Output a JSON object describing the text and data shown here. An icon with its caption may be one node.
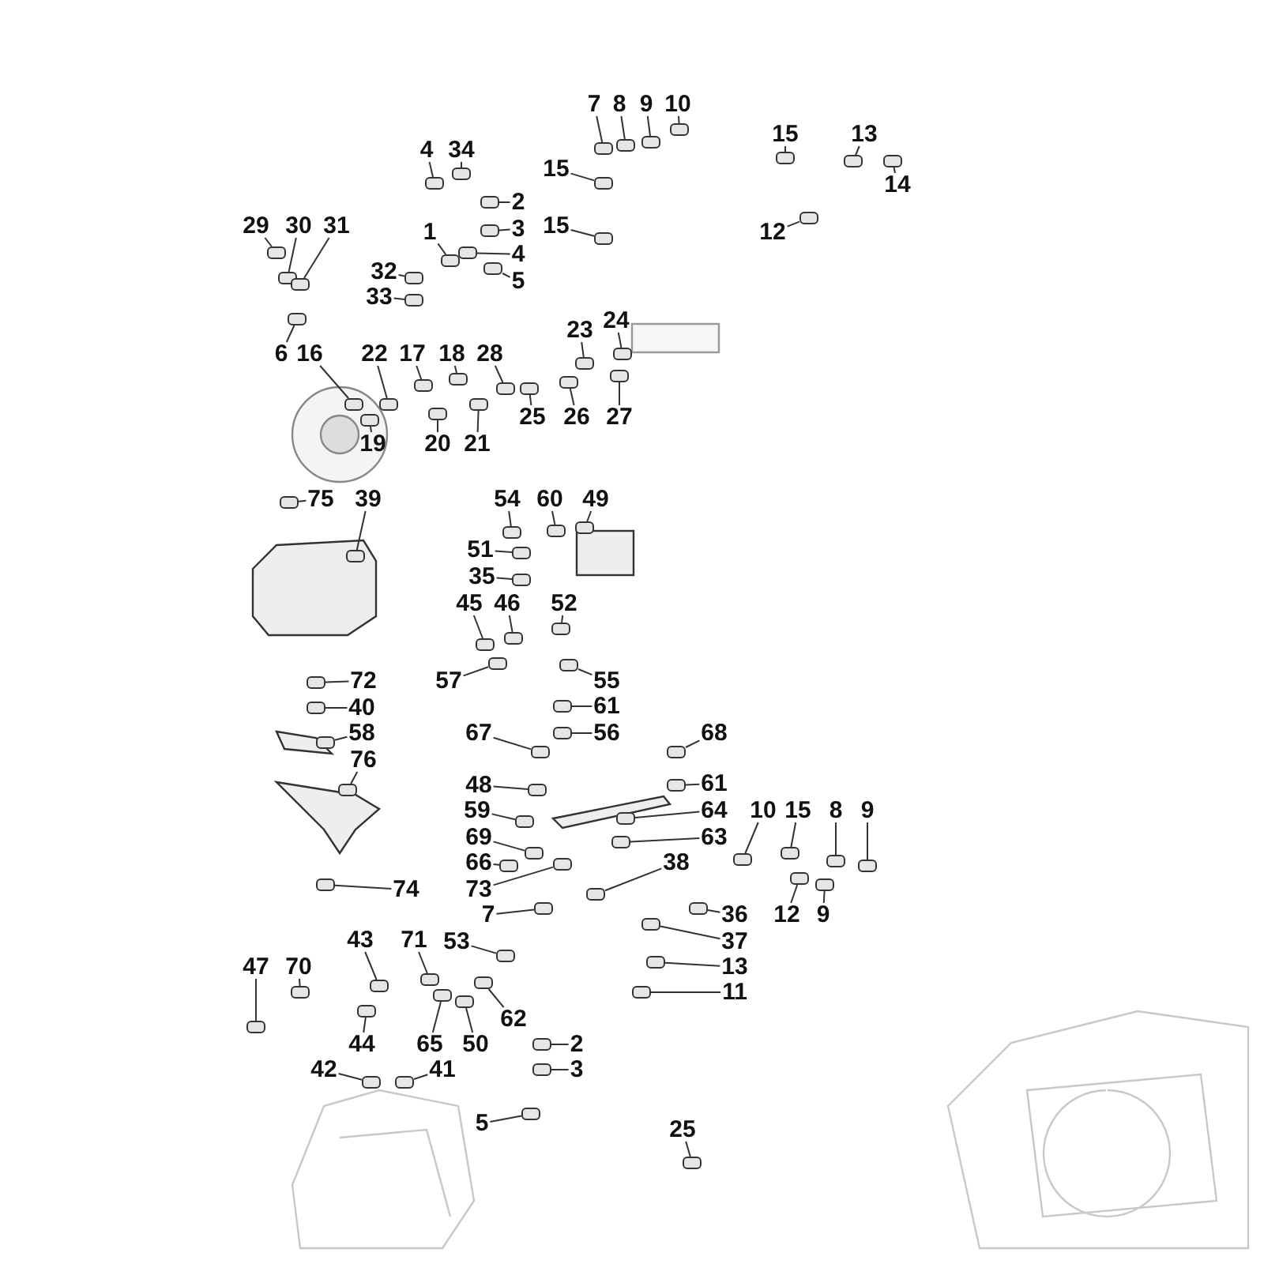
{
  "diagram": {
    "nodes": [
      {
        "text": [
          "1"
        ]
      },
      {
        "text": [
          "2"
        ]
      },
      {
        "text": [
          "3"
        ]
      },
      {
        "text": [
          "4"
        ]
      },
      {
        "text": [
          "5"
        ]
      },
      {
        "text": [
          "4"
        ]
      },
      {
        "text": [
          "34"
        ]
      },
      {
        "text": [
          "29"
        ]
      },
      {
        "text": [
          "30"
        ]
      },
      {
        "text": [
          "31"
        ]
      },
      {
        "text": [
          "32"
        ]
      },
      {
        "text": [
          "33"
        ]
      },
      {
        "text": [
          "6"
        ]
      },
      {
        "text": [
          "16"
        ]
      },
      {
        "text": [
          "22"
        ]
      },
      {
        "text": [
          "17"
        ]
      },
      {
        "text": [
          "18"
        ]
      },
      {
        "text": [
          "28"
        ]
      },
      {
        "text": [
          "19"
        ]
      },
      {
        "text": [
          "20"
        ]
      },
      {
        "text": [
          "21"
        ]
      },
      {
        "text": [
          "25"
        ]
      },
      {
        "text": [
          "23"
        ]
      },
      {
        "text": [
          "24"
        ]
      },
      {
        "text": [
          "26"
        ]
      },
      {
        "text": [
          "27"
        ]
      },
      {
        "text": [
          "7"
        ]
      },
      {
        "text": [
          "8"
        ]
      },
      {
        "text": [
          "9"
        ]
      },
      {
        "text": [
          "10"
        ]
      },
      {
        "text": [
          "15"
        ]
      },
      {
        "text": [
          "15"
        ]
      },
      {
        "text": [
          "15"
        ]
      },
      {
        "text": [
          "13"
        ]
      },
      {
        "text": [
          "14"
        ]
      },
      {
        "text": [
          "12"
        ]
      },
      {
        "text": [
          "75"
        ]
      },
      {
        "text": [
          "39"
        ]
      },
      {
        "text": [
          "54"
        ]
      },
      {
        "text": [
          "60"
        ]
      },
      {
        "text": [
          "49"
        ]
      },
      {
        "text": [
          "51"
        ]
      },
      {
        "text": [
          "35"
        ]
      },
      {
        "text": [
          "45"
        ]
      },
      {
        "text": [
          "46"
        ]
      },
      {
        "text": [
          "52"
        ]
      },
      {
        "text": [
          "57"
        ]
      },
      {
        "text": [
          "72"
        ]
      },
      {
        "text": [
          "55"
        ]
      },
      {
        "text": [
          "40"
        ]
      },
      {
        "text": [
          "61"
        ]
      },
      {
        "text": [
          "58"
        ]
      },
      {
        "text": [
          "67"
        ]
      },
      {
        "text": [
          "56"
        ]
      },
      {
        "text": [
          "68"
        ]
      },
      {
        "text": [
          "76"
        ]
      },
      {
        "text": [
          "48"
        ]
      },
      {
        "text": [
          "61"
        ]
      },
      {
        "text": [
          "59"
        ]
      },
      {
        "text": [
          "64"
        ]
      },
      {
        "text": [
          "10"
        ]
      },
      {
        "text": [
          "15"
        ]
      },
      {
        "text": [
          "8"
        ]
      },
      {
        "text": [
          "9"
        ]
      },
      {
        "text": [
          "69"
        ]
      },
      {
        "text": [
          "63"
        ]
      },
      {
        "text": [
          "66"
        ]
      },
      {
        "text": [
          "38"
        ]
      },
      {
        "text": [
          "73"
        ]
      },
      {
        "text": [
          "74"
        ]
      },
      {
        "text": [
          "7"
        ]
      },
      {
        "text": [
          "36"
        ]
      },
      {
        "text": [
          "12"
        ]
      },
      {
        "text": [
          "9"
        ]
      },
      {
        "text": [
          "37"
        ]
      },
      {
        "text": [
          "53"
        ]
      },
      {
        "text": [
          "13"
        ]
      },
      {
        "text": [
          "11"
        ]
      },
      {
        "text": [
          "43"
        ]
      },
      {
        "text": [
          "71"
        ]
      },
      {
        "text": [
          "47"
        ]
      },
      {
        "text": [
          "70"
        ]
      },
      {
        "text": [
          "44"
        ]
      },
      {
        "text": [
          "65"
        ]
      },
      {
        "text": [
          "50"
        ]
      },
      {
        "text": [
          "62"
        ]
      },
      {
        "text": [
          "2"
        ]
      },
      {
        "text": [
          "3"
        ]
      },
      {
        "text": [
          "42"
        ]
      },
      {
        "text": [
          "41"
        ]
      },
      {
        "text": [
          "5"
        ]
      },
      {
        "text": [
          "25"
        ]
      },
      {
        "text": [],
        "shape": "box"
      },
      {
        "text": [],
        "shape": "box"
      },
      {
        "text": [],
        "shape": "box"
      },
      {
        "text": [],
        "shape": "box"
      },
      {
        "text": [],
        "shape": "box"
      },
      {
        "text": [],
        "shape": "box"
      },
      {
        "text": [],
        "shape": "box"
      },
      {
        "text": [],
        "shape": "box"
      },
      {
        "text": [],
        "shape": "box"
      },
      {
        "text": [],
        "shape": "box"
      },
      {
        "text": [],
        "shape": "box"
      },
      {
        "text": [],
        "shape": "box"
      },
      {
        "text": [],
        "shape": "box"
      },
      {
        "text": [],
        "shape": "box"
      },
      {
        "text": [],
        "shape": "box"
      },
      {
        "text": [],
        "shape": "box"
      },
      {
        "text": [],
        "shape": "box"
      },
      {
        "text": [],
        "shape": "box"
      },
      {
        "text": [],
        "shape": "box"
      },
      {
        "text": [],
        "shape": "box"
      },
      {
        "text": [],
        "shape": "box"
      },
      {
        "text": [],
        "shape": "box"
      },
      {
        "text": [],
        "shape": "box"
      },
      {
        "text": [],
        "shape": "box"
      },
      {
        "text": [],
        "shape": "box"
      },
      {
        "text": [],
        "shape": "box"
      },
      {
        "text": [],
        "shape": "box"
      },
      {
        "text": [],
        "shape": "box"
      },
      {
        "text": [],
        "shape": "box"
      },
      {
        "text": [],
        "shape": "box"
      },
      {
        "text": [],
        "shape": "box"
      },
      {
        "text": [],
        "shape": "box"
      },
      {
        "text": [],
        "shape": "box"
      },
      {
        "text": [],
        "shape": "box"
      },
      {
        "text": [],
        "shape": "box"
      },
      {
        "text": [],
        "shape": "box"
      },
      {
        "text": [],
        "shape": "box"
      },
      {
        "text": [],
        "shape": "box"
      },
      {
        "text": [],
        "shape": "box"
      },
      {
        "text": [],
        "shape": "box"
      },
      {
        "text": [],
        "shape": "box"
      },
      {
        "text": [],
        "shape": "box"
      },
      {
        "text": [],
        "shape": "box"
      },
      {
        "text": [],
        "shape": "box"
      },
      {
        "text": [],
        "shape": "box"
      },
      {
        "text": [],
        "shape": "box"
      },
      {
        "text": [],
        "shape": "box"
      },
      {
        "text": [],
        "shape": "box"
      },
      {
        "text": [],
        "shape": "box"
      },
      {
        "text": [],
        "shape": "box"
      },
      {
        "text": [],
        "shape": "box"
      },
      {
        "text": [],
        "shape": "box"
      },
      {
        "text": [],
        "shape": "box"
      },
      {
        "text": [],
        "shape": "box"
      },
      {
        "text": [],
        "shape": "box"
      },
      {
        "text": [],
        "shape": "box"
      },
      {
        "text": [],
        "shape": "box"
      },
      {
        "text": [],
        "shape": "box"
      },
      {
        "text": [],
        "shape": "box"
      },
      {
        "text": [],
        "shape": "box"
      },
      {
        "text": [],
        "shape": "box"
      },
      {
        "text": [],
        "shape": "box"
      },
      {
        "text": [],
        "shape": "box"
      },
      {
        "text": [],
        "shape": "box"
      },
      {
        "text": [],
        "shape": "box"
      },
      {
        "text": [],
        "shape": "box"
      },
      {
        "text": [],
        "shape": "box"
      },
      {
        "text": [],
        "shape": "box"
      },
      {
        "text": [],
        "shape": "box"
      },
      {
        "text": [],
        "shape": "box"
      },
      {
        "text": [],
        "shape": "box"
      },
      {
        "text": [],
        "shape": "box"
      },
      {
        "text": [],
        "shape": "box"
      },
      {
        "text": [],
        "shape": "box"
      },
      {
        "text": [],
        "shape": "box"
      },
      {
        "text": [],
        "shape": "box"
      },
      {
        "text": [],
        "shape": "box"
      },
      {
        "text": [],
        "shape": "box"
      },
      {
        "text": [],
        "shape": "box"
      },
      {
        "text": [],
        "shape": "box"
      },
      {
        "text": [],
        "shape": "box"
      },
      {
        "text": [],
        "shape": "box"
      },
      {
        "text": [],
        "shape": "box"
      },
      {
        "text": [],
        "shape": "box"
      },
      {
        "text": [],
        "shape": "box"
      },
      {
        "text": [],
        "shape": "box"
      },
      {
        "text": [],
        "shape": "box"
      },
      {
        "text": [],
        "shape": "box"
      },
      {
        "text": [],
        "shape": "box"
      },
      {
        "text": [],
        "shape": "box"
      },
      {
        "text": [],
        "shape": "box"
      },
      {
        "text": [],
        "shape": "box"
      }
    ],
    "edges": [
      {
        "from": 0,
        "to": 92,
        "arrow": "none"
      },
      {
        "from": 1,
        "to": 93,
        "arrow": "none"
      },
      {
        "from": 2,
        "to": 94,
        "arrow": "none"
      },
      {
        "from": 3,
        "to": 95,
        "arrow": "none"
      },
      {
        "from": 4,
        "to": 96,
        "arrow": "none"
      },
      {
        "from": 5,
        "to": 97,
        "arrow": "none"
      },
      {
        "from": 6,
        "to": 98,
        "arrow": "none"
      },
      {
        "from": 7,
        "to": 99,
        "arrow": "none"
      },
      {
        "from": 8,
        "to": 100,
        "arrow": "none"
      },
      {
        "from": 9,
        "to": 101,
        "arrow": "none"
      },
      {
        "from": 10,
        "to": 102,
        "arrow": "none"
      },
      {
        "from": 11,
        "to": 103,
        "arrow": "none"
      },
      {
        "from": 12,
        "to": 104,
        "arrow": "none"
      },
      {
        "from": 13,
        "to": 105,
        "arrow": "none"
      },
      {
        "from": 14,
        "to": 106,
        "arrow": "none"
      },
      {
        "from": 15,
        "to": 107,
        "arrow": "none"
      },
      {
        "from": 16,
        "to": 108,
        "arrow": "none"
      },
      {
        "from": 17,
        "to": 109,
        "arrow": "none"
      },
      {
        "from": 18,
        "to": 110,
        "arrow": "none"
      },
      {
        "from": 19,
        "to": 111,
        "arrow": "none"
      },
      {
        "from": 20,
        "to": 112,
        "arrow": "none"
      },
      {
        "from": 21,
        "to": 113,
        "arrow": "none"
      },
      {
        "from": 22,
        "to": 114,
        "arrow": "none"
      },
      {
        "from": 23,
        "to": 115,
        "arrow": "none"
      },
      {
        "from": 24,
        "to": 116,
        "arrow": "none"
      },
      {
        "from": 25,
        "to": 117,
        "arrow": "none"
      },
      {
        "from": 26,
        "to": 118,
        "arrow": "none"
      },
      {
        "from": 27,
        "to": 119,
        "arrow": "none"
      },
      {
        "from": 28,
        "to": 120,
        "arrow": "none"
      },
      {
        "from": 29,
        "to": 121,
        "arrow": "none"
      },
      {
        "from": 30,
        "to": 122,
        "arrow": "none"
      },
      {
        "from": 31,
        "to": 123,
        "arrow": "none"
      },
      {
        "from": 32,
        "to": 124,
        "arrow": "none"
      },
      {
        "from": 33,
        "to": 125,
        "arrow": "none"
      },
      {
        "from": 34,
        "to": 126,
        "arrow": "none"
      },
      {
        "from": 35,
        "to": 127,
        "arrow": "none"
      },
      {
        "from": 36,
        "to": 128,
        "arrow": "none"
      },
      {
        "from": 37,
        "to": 129,
        "arrow": "none"
      },
      {
        "from": 38,
        "to": 130,
        "arrow": "none"
      },
      {
        "from": 39,
        "to": 131,
        "arrow": "none"
      },
      {
        "from": 40,
        "to": 132,
        "arrow": "none"
      },
      {
        "from": 41,
        "to": 133,
        "arrow": "none"
      },
      {
        "from": 42,
        "to": 134,
        "arrow": "none"
      },
      {
        "from": 43,
        "to": 135,
        "arrow": "none"
      },
      {
        "from": 44,
        "to": 136,
        "arrow": "none"
      },
      {
        "from": 45,
        "to": 137,
        "arrow": "none"
      },
      {
        "from": 46,
        "to": 138,
        "arrow": "none"
      },
      {
        "from": 47,
        "to": 139,
        "arrow": "none"
      },
      {
        "from": 48,
        "to": 140,
        "arrow": "none"
      },
      {
        "from": 49,
        "to": 141,
        "arrow": "none"
      },
      {
        "from": 50,
        "to": 142,
        "arrow": "none"
      },
      {
        "from": 51,
        "to": 143,
        "arrow": "none"
      },
      {
        "from": 52,
        "to": 144,
        "arrow": "none"
      },
      {
        "from": 53,
        "to": 145,
        "arrow": "none"
      },
      {
        "from": 54,
        "to": 146,
        "arrow": "none"
      },
      {
        "from": 55,
        "to": 147,
        "arrow": "none"
      },
      {
        "from": 56,
        "to": 148,
        "arrow": "none"
      },
      {
        "from": 57,
        "to": 149,
        "arrow": "none"
      },
      {
        "from": 58,
        "to": 150,
        "arrow": "none"
      },
      {
        "from": 59,
        "to": 151,
        "arrow": "none"
      },
      {
        "from": 60,
        "to": 152,
        "arrow": "none"
      },
      {
        "from": 61,
        "to": 153,
        "arrow": "none"
      },
      {
        "from": 62,
        "to": 154,
        "arrow": "none"
      },
      {
        "from": 63,
        "to": 155,
        "arrow": "none"
      },
      {
        "from": 64,
        "to": 156,
        "arrow": "none"
      },
      {
        "from": 65,
        "to": 157,
        "arrow": "none"
      },
      {
        "from": 66,
        "to": 158,
        "arrow": "none"
      },
      {
        "from": 67,
        "to": 159,
        "arrow": "none"
      },
      {
        "from": 68,
        "to": 160,
        "arrow": "none"
      },
      {
        "from": 69,
        "to": 161,
        "arrow": "none"
      },
      {
        "from": 70,
        "to": 162,
        "arrow": "none"
      },
      {
        "from": 71,
        "to": 163,
        "arrow": "none"
      },
      {
        "from": 72,
        "to": 164,
        "arrow": "none"
      },
      {
        "from": 73,
        "to": 165,
        "arrow": "none"
      },
      {
        "from": 74,
        "to": 166,
        "arrow": "none"
      },
      {
        "from": 75,
        "to": 167,
        "arrow": "none"
      },
      {
        "from": 76,
        "to": 168,
        "arrow": "none"
      },
      {
        "from": 77,
        "to": 169,
        "arrow": "none"
      },
      {
        "from": 78,
        "to": 170,
        "arrow": "none"
      },
      {
        "from": 79,
        "to": 171,
        "arrow": "none"
      },
      {
        "from": 80,
        "to": 172,
        "arrow": "none"
      },
      {
        "from": 81,
        "to": 173,
        "arrow": "none"
      },
      {
        "from": 82,
        "to": 174,
        "arrow": "none"
      },
      {
        "from": 83,
        "to": 175,
        "arrow": "none"
      },
      {
        "from": 84,
        "to": 176,
        "arrow": "none"
      },
      {
        "from": 85,
        "to": 177,
        "arrow": "none"
      },
      {
        "from": 86,
        "to": 178,
        "arrow": "none"
      },
      {
        "from": 87,
        "to": 179,
        "arrow": "none"
      },
      {
        "from": 88,
        "to": 180,
        "arrow": "none"
      },
      {
        "from": 89,
        "to": 181,
        "arrow": "none"
      },
      {
        "from": 90,
        "to": 182,
        "arrow": "none"
      },
      {
        "from": 91,
        "to": 183,
        "arrow": "none"
      }
    ]
  }
}
